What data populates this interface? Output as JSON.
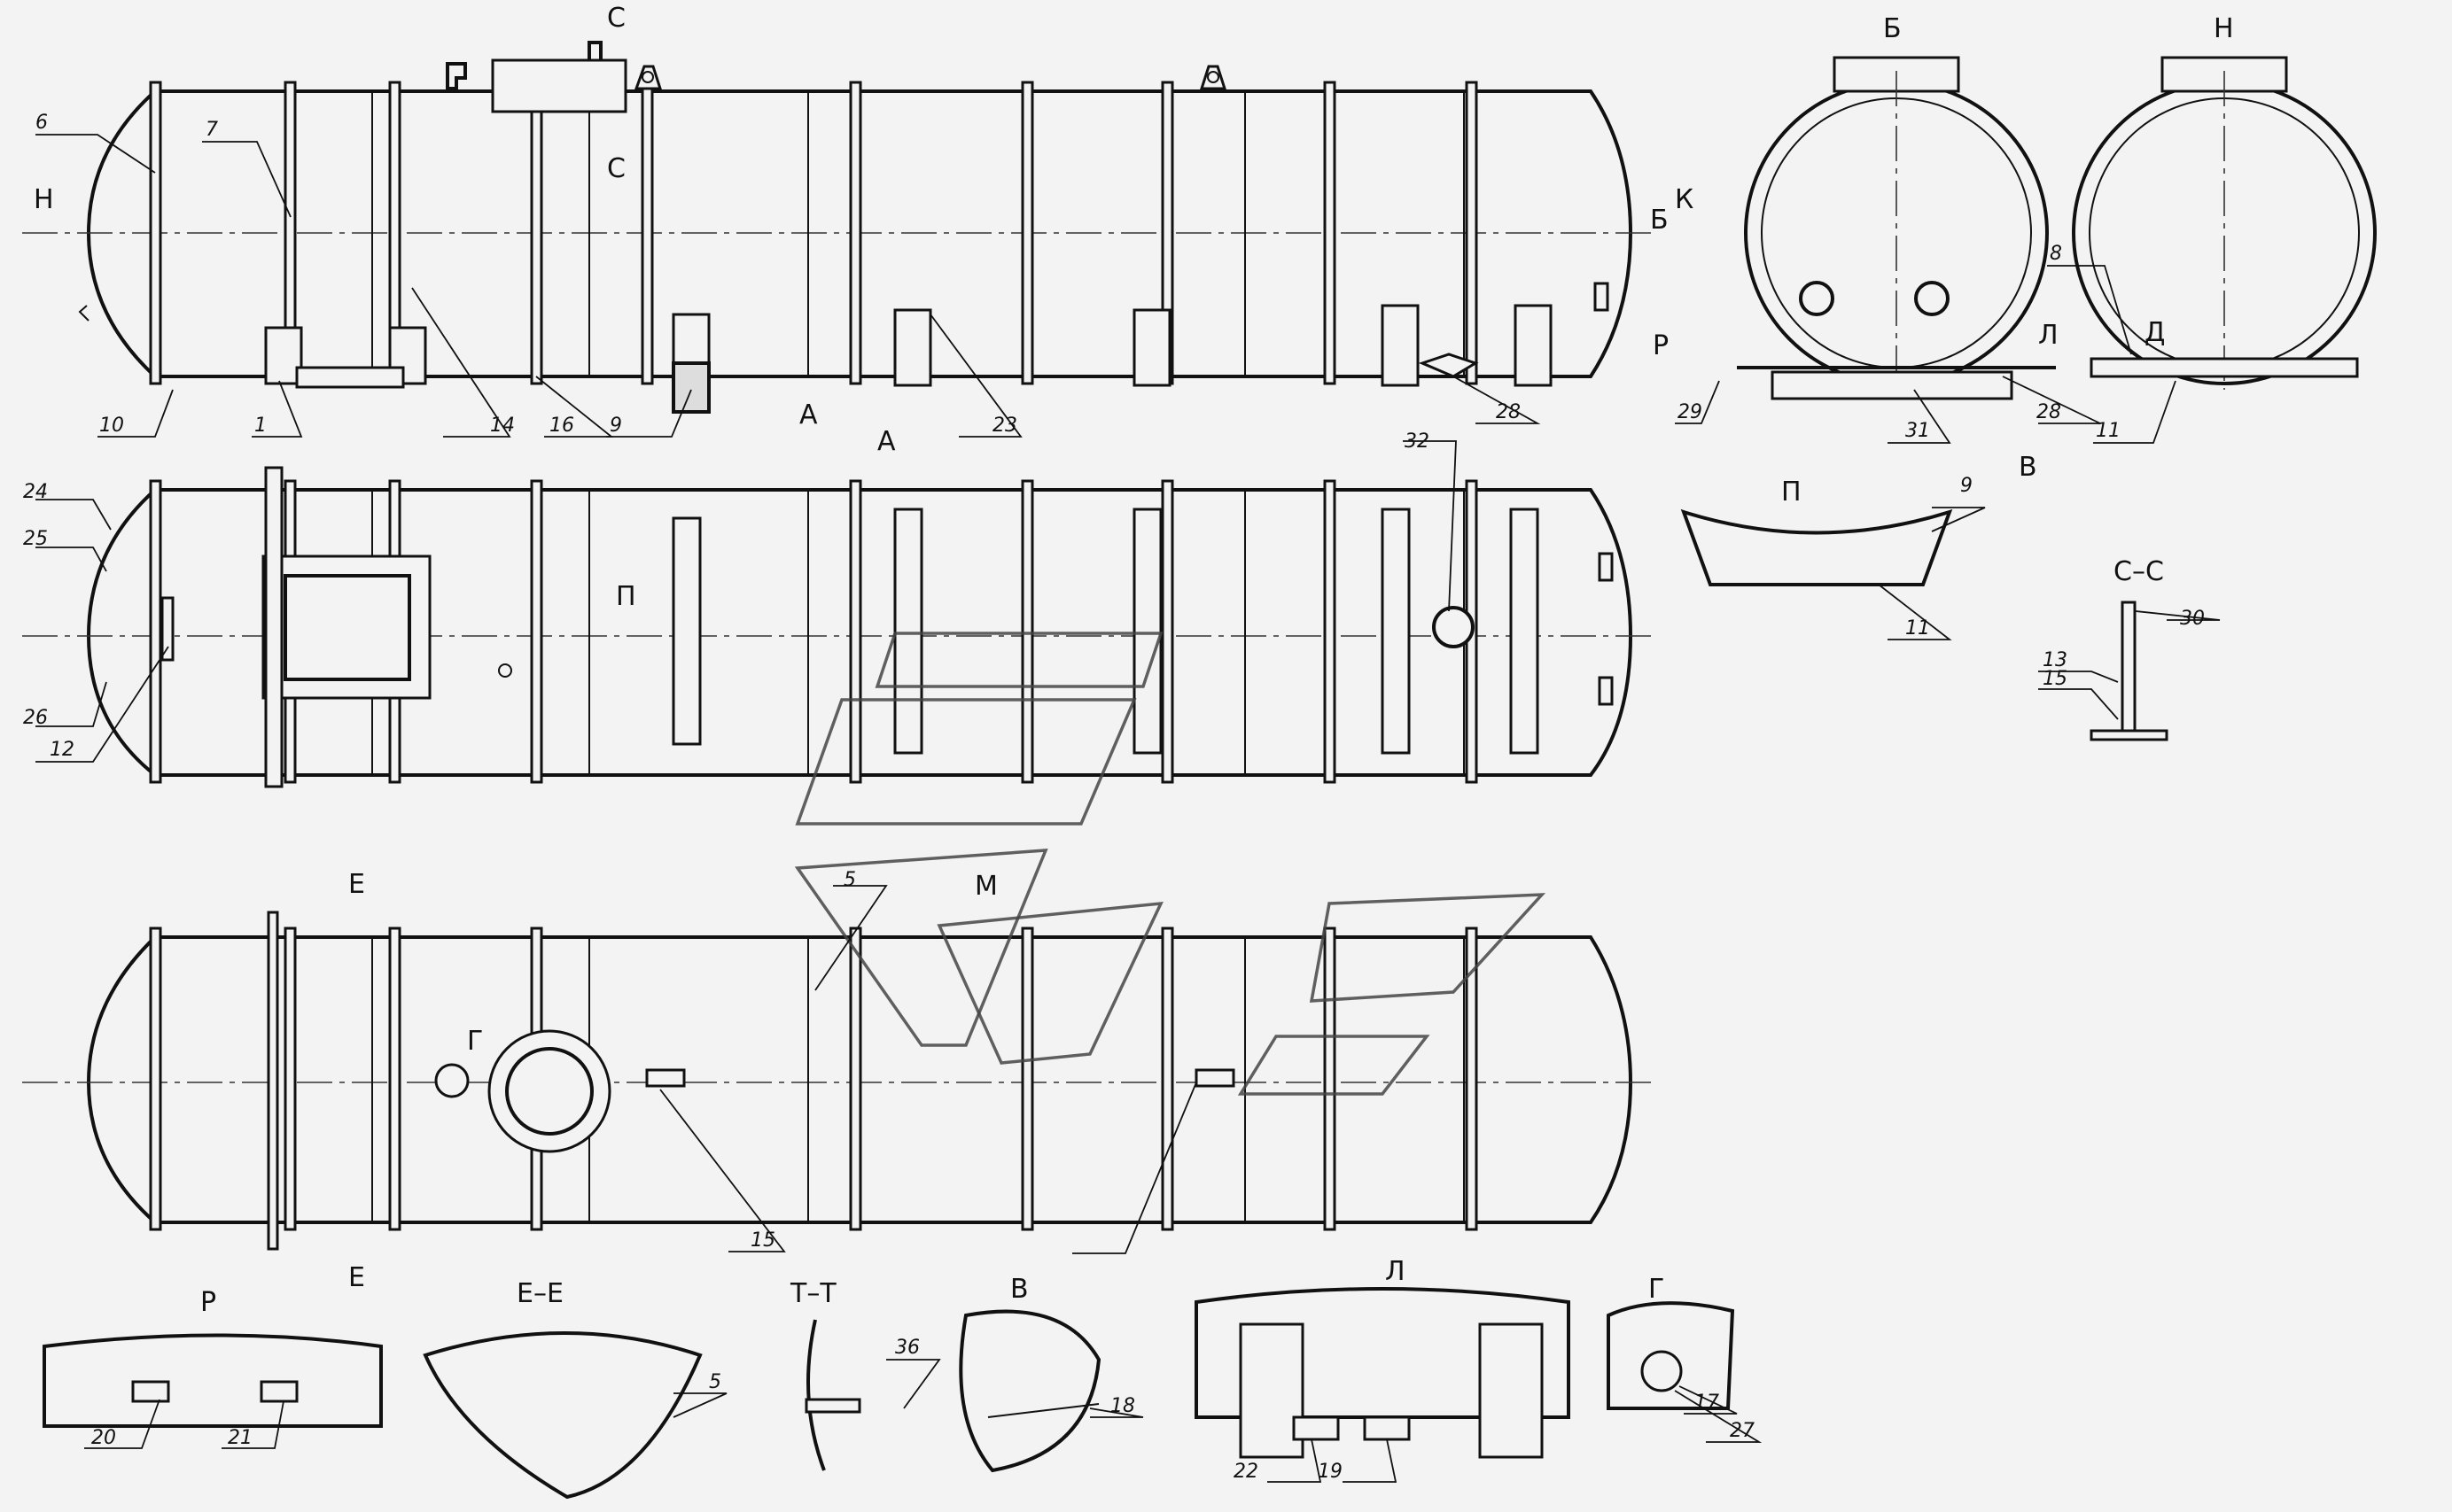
{
  "drawing": {
    "view_labels": {
      "b": "Б",
      "n": "Н",
      "c_top": "С",
      "c_bottom": "С",
      "n_arrow": "Н",
      "b_arrow": "Б",
      "k_arrow": "К",
      "p_r": "Р",
      "a_arrow": "А",
      "a_view": "А",
      "l_arrow": "Л",
      "d_arrow": "Д",
      "v_leader": "В",
      "p_arrow": "П",
      "p_view": "П",
      "cc": "С–С",
      "e_top": "Е",
      "e_bottom": "Е",
      "m_arrow": "М",
      "g_mark": "Г",
      "r_view": "Р",
      "ee_view": "Е–Е",
      "tt_view": "Т–Т",
      "v_view": "В",
      "l_view": "Л",
      "g_view": "Г"
    },
    "callouts": {
      "c6": "6",
      "c7": "7",
      "c10": "10",
      "c1": "1",
      "c14": "14",
      "c16": "16",
      "c9": "9",
      "c23": "23",
      "c28a": "28",
      "c29": "29",
      "c31": "31",
      "c28b": "28",
      "c8": "8",
      "c11a": "11",
      "c24": "24",
      "c25": "25",
      "c26": "26",
      "c12": "12",
      "c32": "32",
      "c9b": "9",
      "c11b": "11",
      "c30": "30",
      "c13": "13",
      "c15a": "15",
      "c5a": "5",
      "c15b": "15",
      "c20": "20",
      "c21": "21",
      "c5b": "5",
      "c36": "36",
      "c18": "18",
      "c22": "22",
      "c19": "19",
      "c17": "17",
      "c27": "27"
    }
  }
}
